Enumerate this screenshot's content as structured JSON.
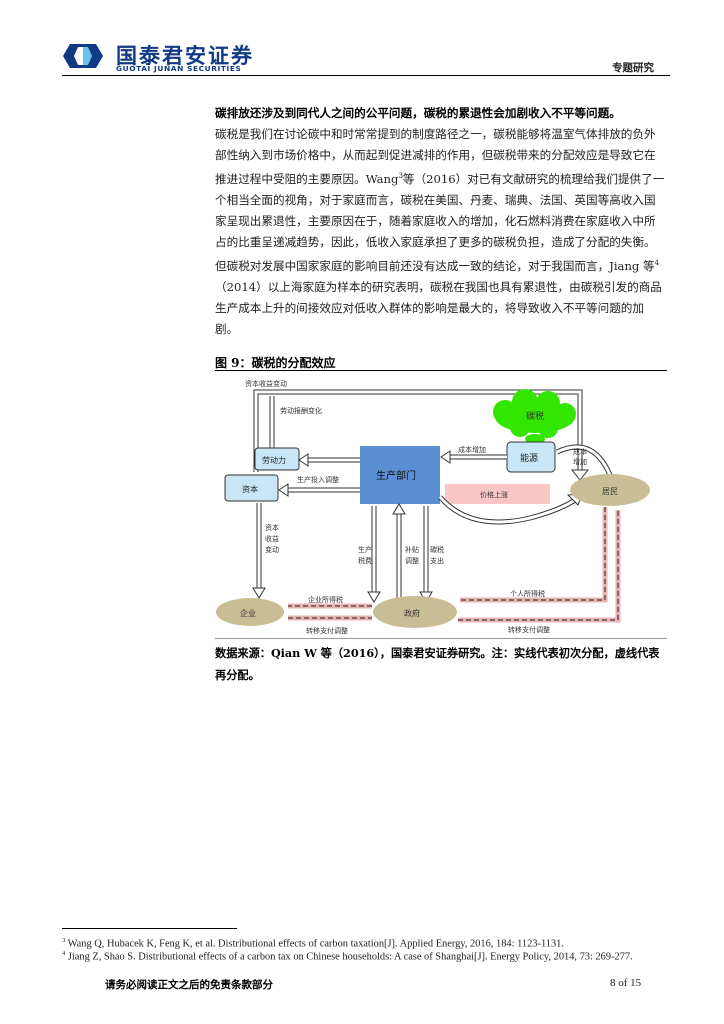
{
  "header": {
    "company_cn": "国泰君安证券",
    "company_en": "GUOTAI JUNAN SECURITIES",
    "report_type": "专题研究",
    "logo_colors": {
      "dark": "#123a84",
      "light": "#6cc3e8"
    }
  },
  "body": {
    "heading": "碳排放还涉及到同代人之间的公平问题，碳税的累退性会加剧收入不平等问题。",
    "paragraph_part1": "碳税是我们在讨论碳中和时常常提到的制度路径之一，碳税能够将温室气体排放的负外部性纳入到市场价格中，从而起到促进减排的作用，但碳税带来的分配效应是导致它在推进过程中受阻的主要原因。Wang",
    "ref1_mark": "3",
    "paragraph_part2": "等（2016）对已有文献研究的梳理给我们提供了一个相当全面的视角，对于家庭而言，碳税在美国、丹麦、瑞典、法国、英国等高收入国家呈现出累退性，主要原因在于，随着家庭收入的增加，化石燃料消费在家庭收入中所占的比重呈递减趋势，因此，低收入家庭承担了更多的碳税负担，造成了分配的失衡。但碳税对发展中国家家庭的影响目前还没有达成一致的结论，对于我国而言，Jiang 等",
    "ref2_mark": "4",
    "paragraph_part3": "（2014）以上海家庭为样本的研究表明，碳税在我国也具有累退性，由碳税引发的商品生产成本上升的间接效应对低收入群体的影响是最大的，将导致收入不平等问题的加剧。"
  },
  "figure": {
    "title": "图 9：碳税的分配效应",
    "nodes": {
      "carbon_tax": "碳税",
      "energy": "能源",
      "production": "生产部门",
      "labor": "劳动力",
      "capital": "资本",
      "residents": "居民",
      "enterprise": "企业",
      "government": "政府",
      "price_rise": "价格上涨"
    },
    "edge_labels": {
      "capital_return_change_top": "资本收益变动",
      "labor_pay_change": "劳动报酬变化",
      "cost_increase_left": "成本增加",
      "cost_increase_right_1": "成本",
      "cost_increase_right_2": "增加",
      "input_adjust": "生产投入调整",
      "capital_return_1": "资本",
      "capital_return_2": "收益",
      "capital_return_3": "变动",
      "production_tax_1": "生产",
      "production_tax_2": "税费",
      "subsidy_adjust_1": "补贴",
      "subsidy_adjust_2": "调整",
      "carbon_spend_1": "碳税",
      "carbon_spend_2": "支出",
      "corporate_income_tax": "企业所得税",
      "transfer_adjust_left": "转移支付调整",
      "personal_income_tax": "个人所得税",
      "transfer_adjust_right": "转移支付调整"
    },
    "colors": {
      "node_light_blue": "#c9e6f7",
      "node_blue": "#5b8fd4",
      "cloud_green": "#33e600",
      "oval_tan": "#c9bd95",
      "price_pink": "#f9c6c6",
      "dashed_pink": "#e8b3b3"
    },
    "source_note": "数据来源：Qian W 等（2016），国泰君安证券研究。注：实线代表初次分配，虚线代表再分配。"
  },
  "footnotes": [
    {
      "mark": "3",
      "text": "Wang Q, Hubacek K, Feng K, et al. Distributional effects of carbon taxation[J]. Applied Energy, 2016, 184: 1123-1131."
    },
    {
      "mark": "4",
      "text": "Jiang Z, Shao S. Distributional effects of a carbon tax on Chinese households: A case of Shanghai[J]. Energy Policy, 2014, 73: 269-277."
    }
  ],
  "footer": {
    "disclaimer": "请务必阅读正文之后的免责条款部分",
    "page": "8 of 15"
  }
}
